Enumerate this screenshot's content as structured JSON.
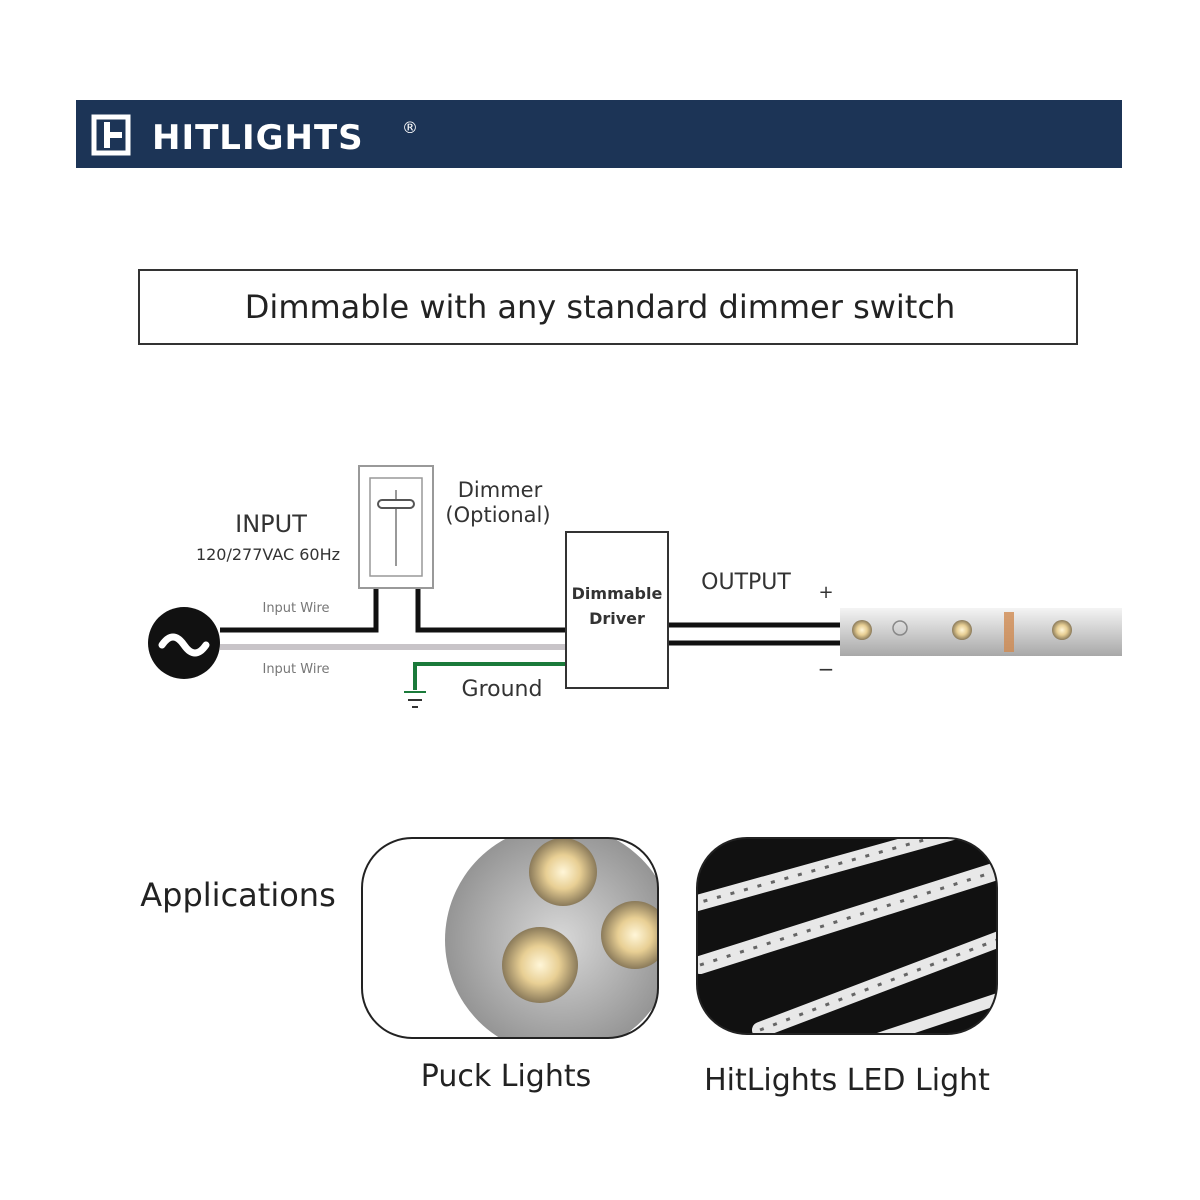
{
  "brand": {
    "name": "HITLIGHTS",
    "registered": "®",
    "bar_color": "#1c3456"
  },
  "headline": "Dimmable with any standard dimmer switch",
  "diagram": {
    "input_label": "INPUT",
    "input_spec": "120/277VAC 60Hz",
    "input_wire_top": "Input Wire",
    "input_wire_bottom": "Input Wire",
    "dimmer_label": "Dimmer",
    "dimmer_optional": "(Optional)",
    "driver_line1": "Dimmable",
    "driver_line2": "Driver",
    "ground_label": "Ground",
    "output_label": "OUTPUT",
    "plus": "+",
    "minus": "−",
    "ground_color": "#1a7a3a"
  },
  "applications": {
    "label": "Applications",
    "items": [
      {
        "caption": "Puck Lights"
      },
      {
        "caption": "HitLights LED Light"
      }
    ]
  }
}
